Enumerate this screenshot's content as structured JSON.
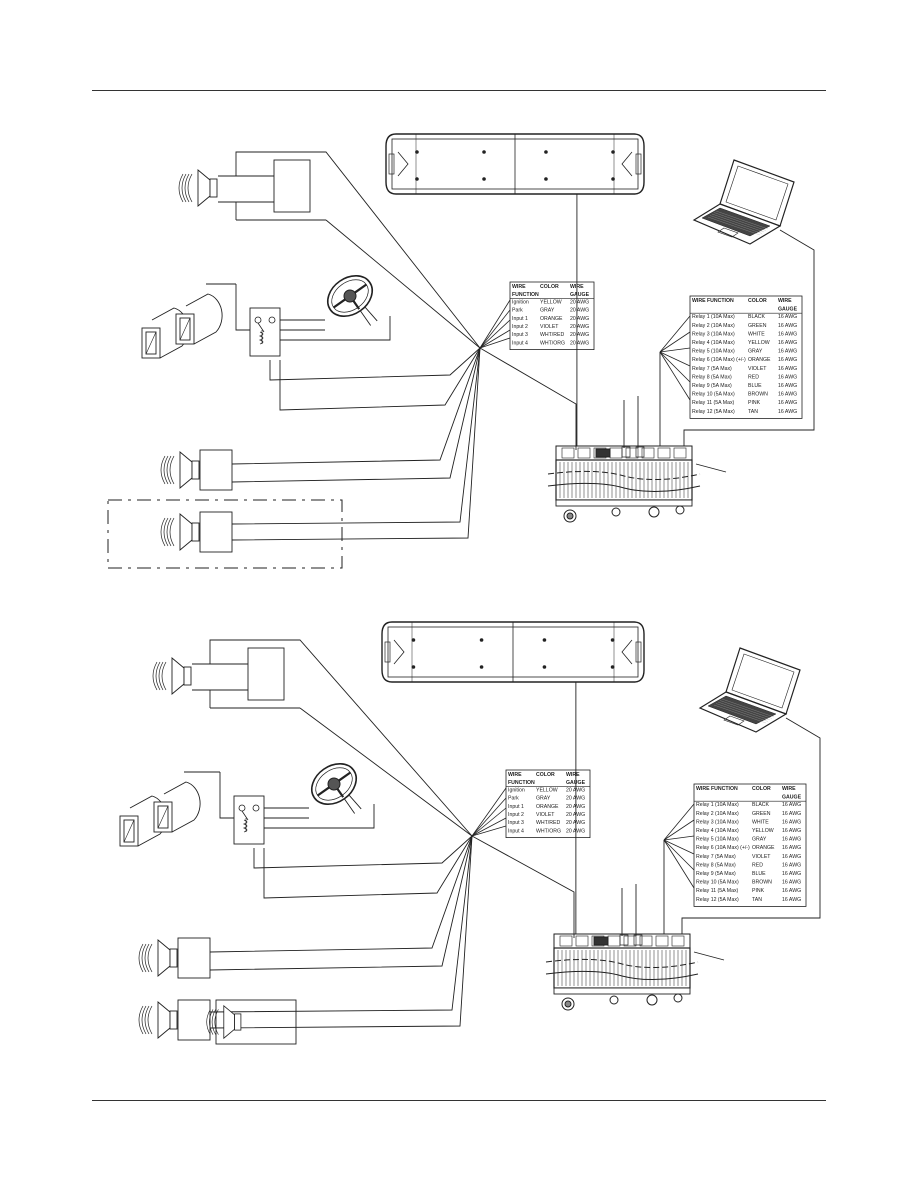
{
  "diagrams": [
    {
      "input_table": {
        "headers": [
          "WIRE\nFUNCTION",
          "COLOR",
          "WIRE\nGAUGE"
        ],
        "rows": [
          [
            "Ignition",
            "YELLOW",
            "20 AWG"
          ],
          [
            "Park",
            "GRAY",
            "20 AWG"
          ],
          [
            "Input 1",
            "ORANGE",
            "20 AWG"
          ],
          [
            "Input 2",
            "VIOLET",
            "20 AWG"
          ],
          [
            "Input 3",
            "WHT/RED",
            "20 AWG"
          ],
          [
            "Input 4",
            "WHT/ORG",
            "20 AWG"
          ]
        ]
      },
      "relay_table": {
        "headers": [
          "WIRE FUNCTION",
          "COLOR",
          "WIRE\nGAUGE"
        ],
        "rows": [
          [
            "Relay 1 (10A Max)",
            "BLACK",
            "16 AWG"
          ],
          [
            "Relay 2 (10A Max)",
            "GREEN",
            "16 AWG"
          ],
          [
            "Relay 3 (10A Max)",
            "WHITE",
            "16 AWG"
          ],
          [
            "Relay 4 (10A Max)",
            "YELLOW",
            "16 AWG"
          ],
          [
            "Relay 5 (10A Max)",
            "GRAY",
            "16 AWG"
          ],
          [
            "Relay 6 (10A Max) (+/-)",
            "ORANGE",
            "16 AWG"
          ],
          [
            "Relay 7 (5A Max)",
            "VIOLET",
            "16 AWG"
          ],
          [
            "Relay 8 (5A Max)",
            "RED",
            "16 AWG"
          ],
          [
            "Relay 9 (5A Max)",
            "BLUE",
            "16 AWG"
          ],
          [
            "Relay 10 (5A Max)",
            "BROWN",
            "16 AWG"
          ],
          [
            "Relay 11 (5A Max)",
            "PINK",
            "16 AWG"
          ],
          [
            "Relay 12 (5A Max)",
            "TAN",
            "16 AWG"
          ]
        ]
      }
    },
    {
      "input_table": {
        "headers": [
          "WIRE\nFUNCTION",
          "COLOR",
          "WIRE\nGAUGE"
        ],
        "rows": [
          [
            "Ignition",
            "YELLOW",
            "20 AWG"
          ],
          [
            "Park",
            "GRAY",
            "20 AWG"
          ],
          [
            "Input 1",
            "ORANGE",
            "20 AWG"
          ],
          [
            "Input 2",
            "VIOLET",
            "20 AWG"
          ],
          [
            "Input 3",
            "WHT/RED",
            "20 AWG"
          ],
          [
            "Input 4",
            "WHT/ORG",
            "20 AWG"
          ]
        ]
      },
      "relay_table": {
        "headers": [
          "WIRE FUNCTION",
          "COLOR",
          "WIRE\nGAUGE"
        ],
        "rows": [
          [
            "Relay 1 (10A Max)",
            "BLACK",
            "16 AWG"
          ],
          [
            "Relay 2 (10A Max)",
            "GREEN",
            "16 AWG"
          ],
          [
            "Relay 3 (10A Max)",
            "WHITE",
            "16 AWG"
          ],
          [
            "Relay 4 (10A Max)",
            "YELLOW",
            "16 AWG"
          ],
          [
            "Relay 5 (10A Max)",
            "GRAY",
            "16 AWG"
          ],
          [
            "Relay 6 (10A Max) (+/-)",
            "ORANGE",
            "16 AWG"
          ],
          [
            "Relay 7 (5A Max)",
            "VIOLET",
            "16 AWG"
          ],
          [
            "Relay 8 (5A Max)",
            "RED",
            "16 AWG"
          ],
          [
            "Relay 9 (5A Max)",
            "BLUE",
            "16 AWG"
          ],
          [
            "Relay 10 (5A Max)",
            "BROWN",
            "16 AWG"
          ],
          [
            "Relay 11 (5A Max)",
            "PINK",
            "16 AWG"
          ],
          [
            "Relay 12 (5A Max)",
            "TAN",
            "16 AWG"
          ]
        ]
      }
    }
  ],
  "icons": [
    "siren-speaker-icon",
    "horn-icon",
    "relay-icon",
    "steering-wheel-icon",
    "lightbar-icon",
    "laptop-icon",
    "controller-icon"
  ],
  "colors": {
    "line": "#222222",
    "background": "#ffffff"
  }
}
